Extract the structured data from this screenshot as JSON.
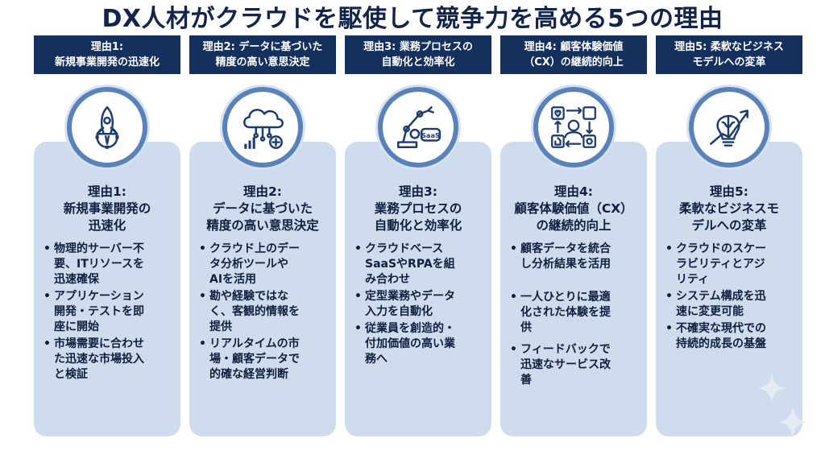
{
  "title": "DX人材がクラウドを駆使して競争力を高める5つの理由",
  "columns": [
    {
      "header": [
        "理由1:",
        "新規事業開発の迅速化"
      ],
      "card_title": [
        "理由1:",
        "新規事業開発の",
        "迅速化"
      ],
      "bullets": [
        [
          "物理的サーバー不",
          "要、ITリソースを",
          "迅速確保"
        ],
        [
          "アプリケーション",
          "開発・テストを即",
          "座に開始"
        ],
        [
          "市場需要に合わせ",
          "た迅速な市場投入",
          "と検証"
        ]
      ],
      "icon": "rocket-gear-icon"
    },
    {
      "header": [
        "理由2: データに基づいた",
        "精度の高い意思決定"
      ],
      "card_title": [
        "理由2:",
        "データに基づいた",
        "精度の高い意思決定"
      ],
      "bullets": [
        [
          "クラウド上のデー",
          "タ分析ツールや",
          "AIを活用"
        ],
        [
          "勘や経験ではな",
          "く、客観的情報を",
          "提供"
        ],
        [
          "リアルタイムの市",
          "場・顧客データで",
          "的確な経営判断"
        ]
      ],
      "icon": "cloud-analytics-icon"
    },
    {
      "header": [
        "理由3: 業務プロセスの",
        "自動化と効率化"
      ],
      "card_title": [
        "理由3:",
        "業務プロセスの",
        "自動化と効率化"
      ],
      "bullets": [
        [
          "クラウドベース",
          "SaaSやRPAを組",
          "み合わせ"
        ],
        [
          "定型業務やデータ",
          "入力を自動化"
        ],
        [
          "従業員を創造的・",
          "付加価値の高い業",
          "務へ"
        ]
      ],
      "icon": "robot-arm-icon",
      "icon_label": "SaaS"
    },
    {
      "header": [
        "理由4: 顧客体験価値",
        "（CX）の継続的向上"
      ],
      "card_title": [
        "理由4:",
        "顧客体験価値（CX）",
        "の継続的向上"
      ],
      "bullets": [
        [
          "顧客データを統合",
          "し分析結果を活用"
        ],
        [
          "一人ひとりに最適",
          "化された体験を提",
          "供"
        ],
        [
          "フィードバックで",
          "迅速なサービス改",
          "善"
        ]
      ],
      "icon": "customer-cycle-icon"
    },
    {
      "header": [
        "理由5: 柔軟なビジネス",
        "モデルへの変革"
      ],
      "card_title": [
        "理由5:",
        "柔軟なビジネスモ",
        "デルへの変革"
      ],
      "bullets": [
        [
          "クラウドのスケー",
          "ラビリティとアジ",
          "リティ"
        ],
        [
          "システム構成を迅",
          "速に変更可能"
        ],
        [
          "不確実な現代での",
          "持続的成長の基盤"
        ]
      ],
      "icon": "brain-bulb-growth-icon"
    }
  ],
  "colors": {
    "header_bg": "#16305e",
    "card_bg": "#cfdcee",
    "badge_ring": "#5b82b8",
    "icon": "#1d3c6e",
    "title": "#13244a"
  }
}
